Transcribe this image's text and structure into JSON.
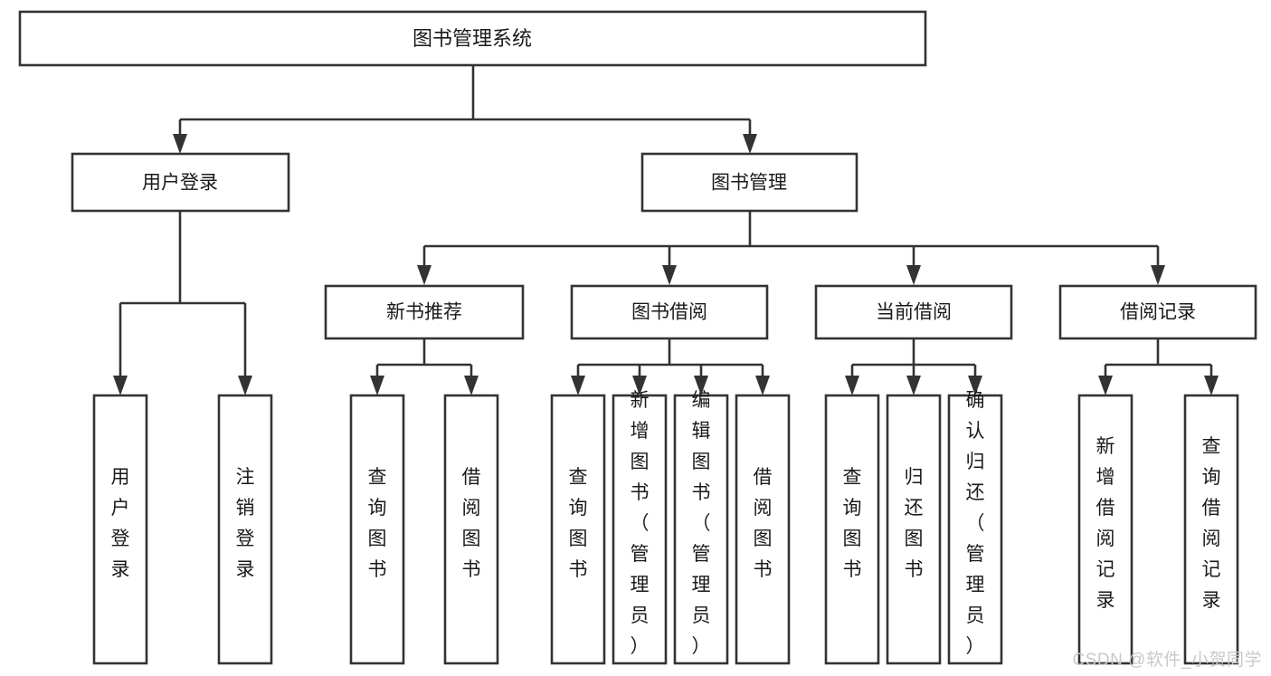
{
  "diagram": {
    "title": "图书管理系统",
    "type": "tree-hierarchy",
    "orientation": "top-down",
    "root": {
      "label": "图书管理系统"
    },
    "level2": [
      {
        "label": "用户登录"
      },
      {
        "label": "图书管理"
      }
    ],
    "level3": [
      {
        "label": "新书推荐"
      },
      {
        "label": "图书借阅"
      },
      {
        "label": "当前借阅"
      },
      {
        "label": "借阅记录"
      }
    ],
    "leaves": {
      "user_login": [
        {
          "label": "用户登录"
        },
        {
          "label": "注销登录"
        }
      ],
      "new_book_recommend": [
        {
          "label": "查询图书"
        },
        {
          "label": "借阅图书"
        }
      ],
      "book_borrow": [
        {
          "label": "查询图书"
        },
        {
          "label": "新增图书（管理员）"
        },
        {
          "label": "编辑图书（管理员）"
        },
        {
          "label": "借阅图书"
        }
      ],
      "current_borrow": [
        {
          "label": "查询图书"
        },
        {
          "label": "归还图书"
        },
        {
          "label": "确认归还（管理员）"
        }
      ],
      "borrow_record": [
        {
          "label": "新增借阅记录"
        },
        {
          "label": "查询借阅记录"
        }
      ]
    }
  },
  "watermark": {
    "text": "CSDN @软件_小贺同学",
    "color": "#c9c9c9"
  },
  "style": {
    "box_stroke": "#333333",
    "box_fill": "#ffffff",
    "text_color": "#1a1a1a",
    "background": "#ffffff"
  }
}
